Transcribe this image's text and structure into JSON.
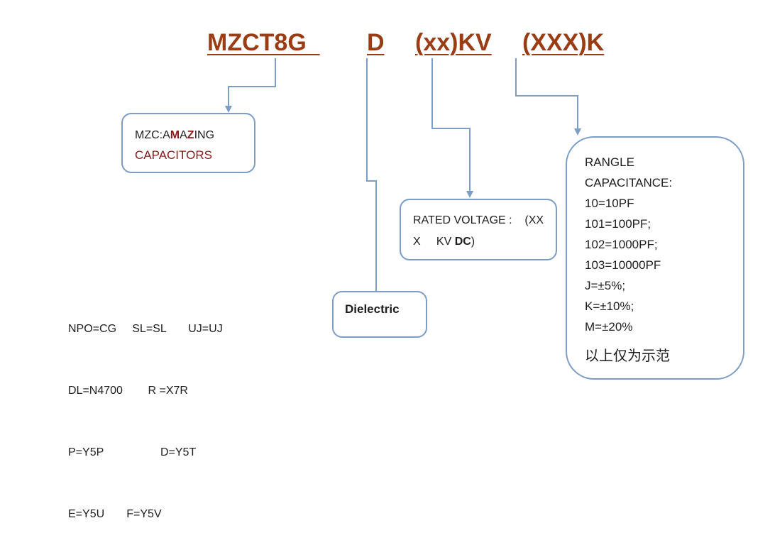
{
  "code_parts": {
    "series": "MZCT8G  ",
    "dielectric": "D",
    "voltage": "(xx)KV",
    "capacitance": "(XXX)K"
  },
  "brand_box": {
    "prefix": "MZC:A",
    "m1": "M",
    "a": "A",
    "z": "Z",
    "suffix": "ING",
    "line2": "CAPACITORS"
  },
  "voltage_box": {
    "line1": "RATED VOLTAGE :    (XX",
    "line2_a": "X     KV ",
    "line2_bold": "DC",
    "line2_b": ")"
  },
  "dielectric_box": {
    "label": "Dielectric"
  },
  "dielectric_codes": [
    "NPO=CG     SL=SL       UJ=UJ",
    "DL=N4700        R =X7R",
    "P=Y5P                  D=Y5T",
    "E=Y5U       F=Y5V"
  ],
  "range_box": {
    "lines": [
      "RANGLE",
      "CAPACITANCE:",
      "10=10PF",
      "101=100PF;",
      "102=1000PF;",
      "103=10000PF",
      "J=±5%;",
      "K=±10%;",
      "M=±20%"
    ],
    "note": "以上仅为示范"
  },
  "colors": {
    "code_text": "#9b3d14",
    "connector": "#7c9dc6",
    "box_border": "#7c9dc6",
    "brand_red": "#8b1a1a"
  }
}
